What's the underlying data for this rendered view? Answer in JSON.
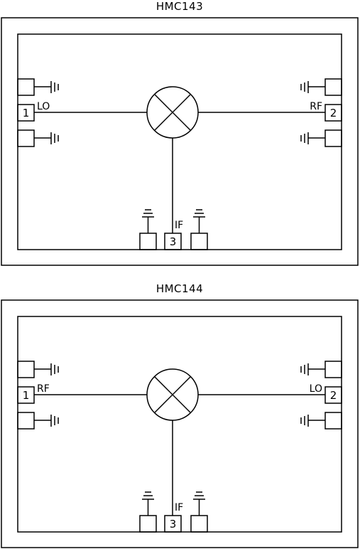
{
  "diagrams": [
    {
      "title": "HMC143",
      "left_port": {
        "number": "1",
        "label": "LO"
      },
      "right_port": {
        "number": "2",
        "label": "RF"
      },
      "bottom_port": {
        "number": "3",
        "label": "IF"
      }
    },
    {
      "title": "HMC144",
      "left_port": {
        "number": "1",
        "label": "RF"
      },
      "right_port": {
        "number": "2",
        "label": "LO"
      },
      "bottom_port": {
        "number": "3",
        "label": "IF"
      }
    }
  ],
  "icons": {
    "mixer": "mixer-icon",
    "ground": "ground-icon"
  }
}
